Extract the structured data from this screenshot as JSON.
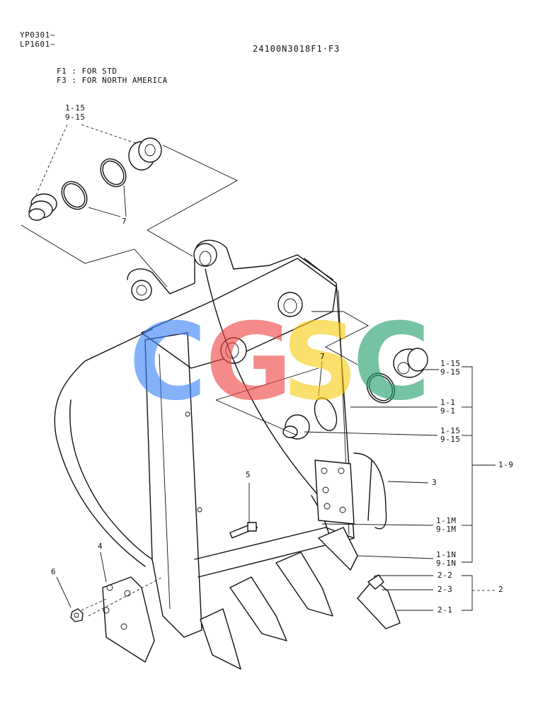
{
  "header": {
    "model_line1": "YP0301~",
    "model_line2": "LP1601~",
    "part_number": "24100N3018F1·F3",
    "note_f1": "F1 : FOR STD",
    "note_f3": "F3 : FOR NORTH AMERICA"
  },
  "watermark": {
    "letters": [
      "C",
      "G",
      "S",
      "C"
    ],
    "colors": [
      "#3b82f6",
      "#ef4444",
      "#facc15",
      "#22a06b"
    ]
  },
  "callouts": {
    "top_1_15": "1-15",
    "top_9_15": "9-15",
    "top_7": "7",
    "mid_7": "7",
    "r1_1_15": "1-15",
    "r1_9_15": "9-15",
    "r_1_1": "1-1",
    "r_9_1": "9-1",
    "r2_1_15": "1-15",
    "r2_9_15": "9-15",
    "r_1_9": "1-9",
    "r_3": "3",
    "r_1_1m": "1-1M",
    "r_9_1m": "9-1M",
    "r_1_1n": "1-1N",
    "r_9_1n": "9-1N",
    "r_2_2": "2-2",
    "r_2_3": "2-3",
    "r_2": "2",
    "r_2_1": "2-1",
    "l_4": "4",
    "l_5": "5",
    "l_6": "6"
  }
}
